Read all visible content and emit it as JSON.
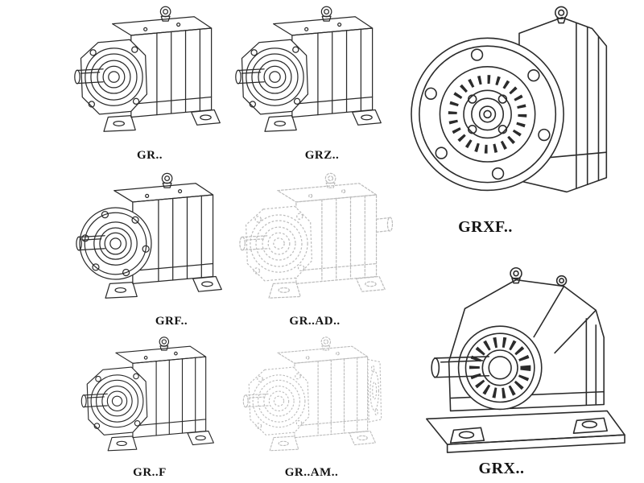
{
  "colors": {
    "line": "#2b2b2b",
    "phantom": "#bdbdbd",
    "background": "#ffffff"
  },
  "figures": [
    {
      "id": "gr",
      "label": "GR..",
      "drawing": "foot-mounted-helical-reducer",
      "style": "solid"
    },
    {
      "id": "grz",
      "label": "GRZ..",
      "drawing": "foot-mounted-helical-reducer",
      "style": "solid"
    },
    {
      "id": "grxf",
      "label": "GRXF..",
      "drawing": "flange-reducer-front-view",
      "style": "solid"
    },
    {
      "id": "grf",
      "label": "GRF..",
      "drawing": "flange-mounted-helical-reducer",
      "style": "solid"
    },
    {
      "id": "gr_ad",
      "label": "GR..AD..",
      "drawing": "reducer-with-input-shaft-adapter",
      "style": "phantom"
    },
    {
      "id": "gr_f",
      "label": "GR..F",
      "drawing": "foot-mounted-helical-reducer",
      "style": "solid"
    },
    {
      "id": "gr_am",
      "label": "GR..AM..",
      "drawing": "reducer-with-motor-adapter-flange",
      "style": "phantom"
    },
    {
      "id": "grx",
      "label": "GRX..",
      "drawing": "large-foot-mounted-reducer",
      "style": "solid"
    }
  ]
}
